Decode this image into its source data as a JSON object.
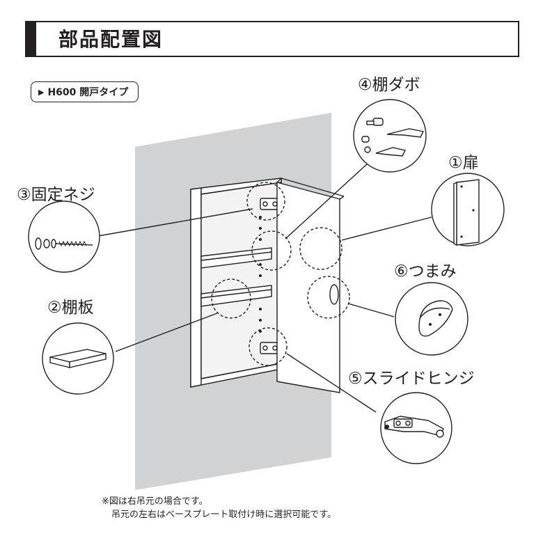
{
  "title": "部品配置図",
  "type_label": "H600 開戸タイプ",
  "parts": {
    "door": "①扉",
    "shelf": "②棚板",
    "screw": "③固定ネジ",
    "dowel": "④棚ダボ",
    "hinge": "⑤スライドヒンジ",
    "knob": "⑥つまみ"
  },
  "notes": {
    "line1": "※図は右吊元の場合です。",
    "line2": "吊元の左右はベースプレート取付け時に選択可能です。"
  },
  "colors": {
    "wall": "#d1d2d4",
    "ink": "#231f20",
    "cabinet": "#ffffff"
  }
}
